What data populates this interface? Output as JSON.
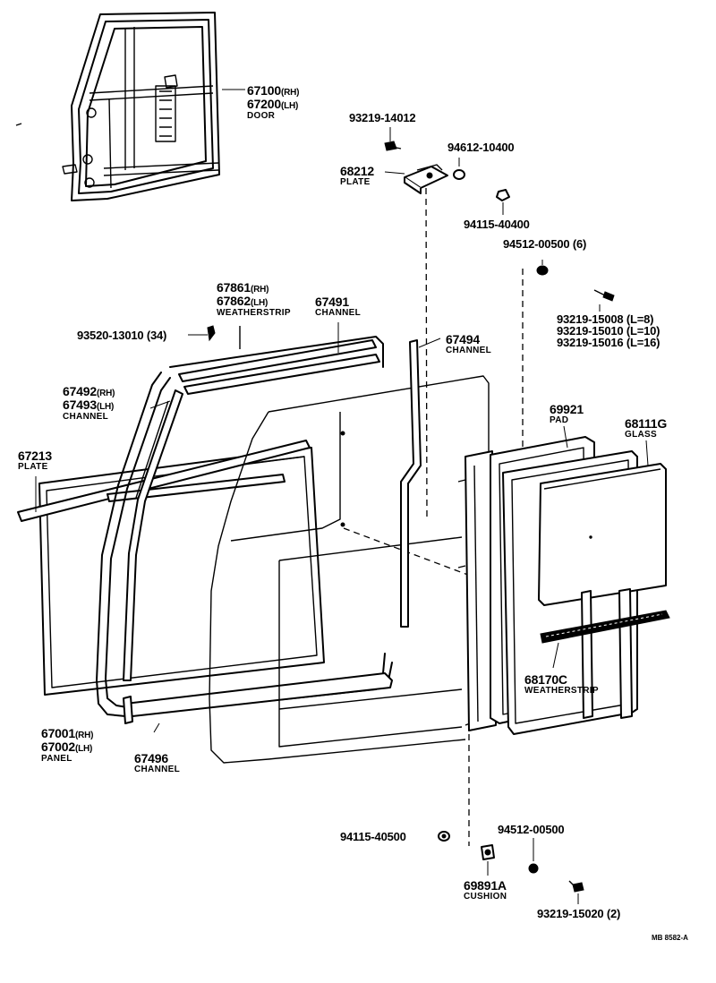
{
  "labels": {
    "door": {
      "num_rh": "67100",
      "rh": "(RH)",
      "num_lh": "67200",
      "lh": "(LH)",
      "name": "DOOR"
    },
    "bolt_top": {
      "num": "93219-14012"
    },
    "washer_top": {
      "num": "94612-10400"
    },
    "plate_68212": {
      "num": "68212",
      "name": "PLATE"
    },
    "nut_top": {
      "num": "94115-40400"
    },
    "washer_6": {
      "num": "94512-00500 (6)"
    },
    "weatherstrip_top": {
      "num_rh": "67861",
      "rh": "(RH)",
      "num_lh": "67862",
      "lh": "(LH)",
      "name": "WEATHERSTRIP"
    },
    "channel_67491": {
      "num": "67491",
      "name": "CHANNEL"
    },
    "screw_34": {
      "num": "93520-13010 (34)"
    },
    "bolts_set": {
      "line1": "93219-15008 (L=8)",
      "line2": "93219-15010 (L=10)",
      "line3": "93219-15016 (L=16)"
    },
    "channel_67494": {
      "num": "67494",
      "name": "CHANNEL"
    },
    "channel_67492": {
      "num_rh": "67492",
      "rh": "(RH)",
      "num_lh": "67493",
      "lh": "(LH)",
      "name": "CHANNEL"
    },
    "pad": {
      "num": "69921",
      "name": "PAD"
    },
    "glass": {
      "num": "68111G",
      "name": "GLASS"
    },
    "plate_67213": {
      "num": "67213",
      "name": "PLATE"
    },
    "weatherstrip_68170": {
      "num": "68170C",
      "name": "WEATHERSTRIP"
    },
    "panel": {
      "num_rh": "67001",
      "rh": "(RH)",
      "num_lh": "67002",
      "lh": "(LH)",
      "name": "PANEL"
    },
    "channel_67496": {
      "num": "67496",
      "name": "CHANNEL"
    },
    "nut_bottom": {
      "num": "94115-40500"
    },
    "washer_bottom": {
      "num": "94512-00500"
    },
    "cushion": {
      "num": "69891A",
      "name": "CUSHION"
    },
    "bolt_bottom": {
      "num": "93219-15020 (2)"
    },
    "ref_code": {
      "text": "MB 8582-A"
    }
  }
}
